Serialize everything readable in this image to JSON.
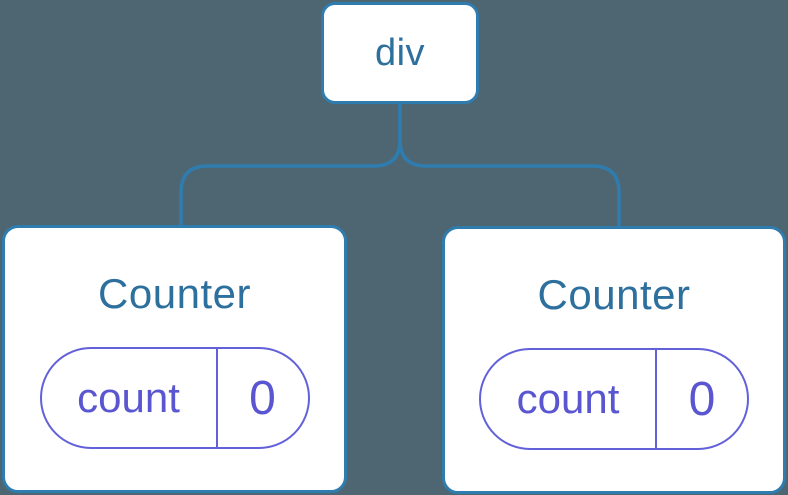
{
  "colors": {
    "background": "#4d6672",
    "line_blue": "#2f7caf",
    "label_blue": "#2d6f9d",
    "pill_border_purple": "#6361d9",
    "pill_text_purple": "#5a55d0",
    "card_background": "#ffffff"
  },
  "tree": {
    "root": {
      "label": "div"
    },
    "children": [
      {
        "title": "Counter",
        "state": {
          "key": "count",
          "value": "0"
        }
      },
      {
        "title": "Counter",
        "state": {
          "key": "count",
          "value": "0"
        }
      }
    ]
  }
}
